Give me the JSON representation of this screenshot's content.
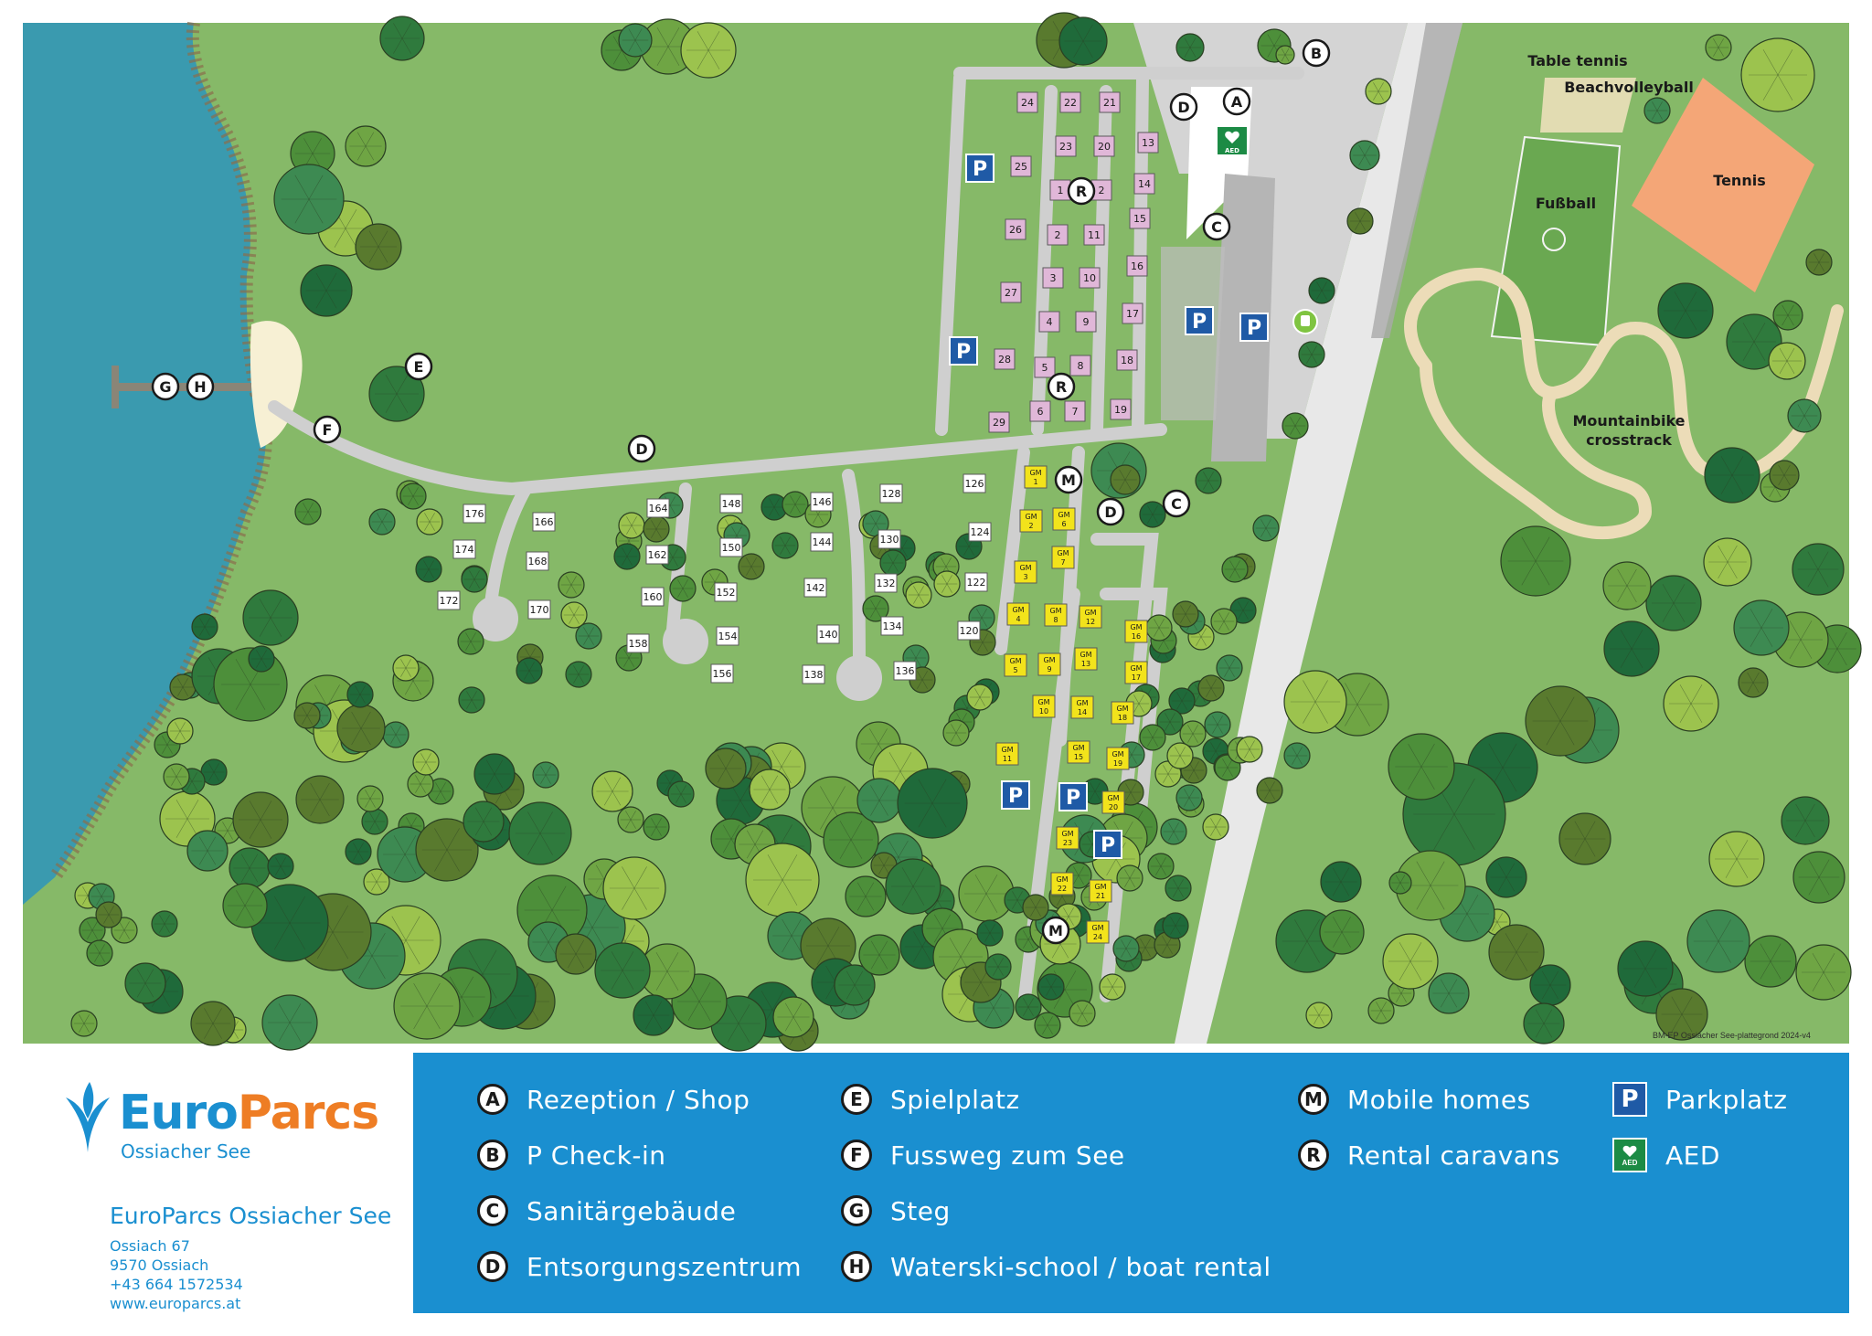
{
  "map": {
    "landmarks": {
      "table_tennis": "Table tennis",
      "beachvolleyball": "Beachvolleyball",
      "tennis": "Tennis",
      "fussball": "Fußball",
      "mountainbike_line1": "Mountainbike",
      "mountainbike_line2": "crosstrack"
    },
    "rental_caravans": [
      "24",
      "22",
      "21",
      "25",
      "23",
      "20",
      "13",
      "1",
      "2",
      "14",
      "26",
      "2",
      "11",
      "15",
      "3",
      "10",
      "16",
      "27",
      "4",
      "9",
      "17",
      "5",
      "8",
      "18",
      "28",
      "29",
      "6",
      "7",
      "19"
    ],
    "plots": [
      "176",
      "166",
      "174",
      "168",
      "172",
      "170",
      "164",
      "162",
      "160",
      "158",
      "148",
      "150",
      "152",
      "154",
      "156",
      "146",
      "144",
      "142",
      "140",
      "138",
      "128",
      "130",
      "132",
      "134",
      "136",
      "126",
      "124",
      "122",
      "120"
    ],
    "mobile_homes": [
      [
        "GM",
        "1"
      ],
      [
        "GM",
        "6"
      ],
      [
        "GM",
        "2"
      ],
      [
        "GM",
        "7"
      ],
      [
        "GM",
        "3"
      ],
      [
        "GM",
        "8"
      ],
      [
        "GM",
        "4"
      ],
      [
        "GM",
        "12"
      ],
      [
        "GM",
        "16"
      ],
      [
        "GM",
        "9"
      ],
      [
        "GM",
        "13"
      ],
      [
        "GM",
        "5"
      ],
      [
        "GM",
        "17"
      ],
      [
        "GM",
        "10"
      ],
      [
        "GM",
        "14"
      ],
      [
        "GM",
        "18"
      ],
      [
        "GM",
        "15"
      ],
      [
        "GM",
        "11"
      ],
      [
        "GM",
        "19"
      ],
      [
        "GM",
        "20"
      ],
      [
        "GM",
        "23"
      ],
      [
        "GM",
        "22"
      ],
      [
        "GM",
        "21"
      ],
      [
        "GM",
        "24"
      ]
    ],
    "markers": [
      "A",
      "B",
      "C",
      "C",
      "D",
      "D",
      "D",
      "E",
      "F",
      "G",
      "H",
      "R",
      "R",
      "M",
      "M"
    ],
    "parking_symbol": "P",
    "aed_text": "AED",
    "credit": "BM-EP Ossiacher See-plattegrond 2024-v4"
  },
  "brand": {
    "name_part1": "Euro",
    "name_part2": "Parcs",
    "subtitle": "Ossiacher See",
    "color_blue": "#1a8fd0",
    "color_orange": "#ee7d24"
  },
  "address": {
    "title": "EuroParcs Ossiacher See",
    "line1": "Ossiach 67",
    "line2": "9570 Ossiach",
    "phone": "+43 664 1572534",
    "website": "www.europarcs.at"
  },
  "legend": {
    "a": {
      "letter": "A",
      "label": "Rezeption / Shop"
    },
    "b": {
      "letter": "B",
      "label": "P Check-in"
    },
    "c": {
      "letter": "C",
      "label": "Sanitärgebäude"
    },
    "d": {
      "letter": "D",
      "label": "Entsorgungszentrum"
    },
    "e": {
      "letter": "E",
      "label": "Spielplatz"
    },
    "f": {
      "letter": "F",
      "label": "Fussweg zum See"
    },
    "g": {
      "letter": "G",
      "label": "Steg"
    },
    "h": {
      "letter": "H",
      "label": "Waterski-school / boat rental"
    },
    "m": {
      "letter": "M",
      "label": "Mobile homes"
    },
    "r": {
      "letter": "R",
      "label": "Rental caravans"
    },
    "p": {
      "symbol": "P",
      "label": "Parkplatz"
    },
    "aed": {
      "symbol": "AED",
      "label": "AED"
    }
  }
}
